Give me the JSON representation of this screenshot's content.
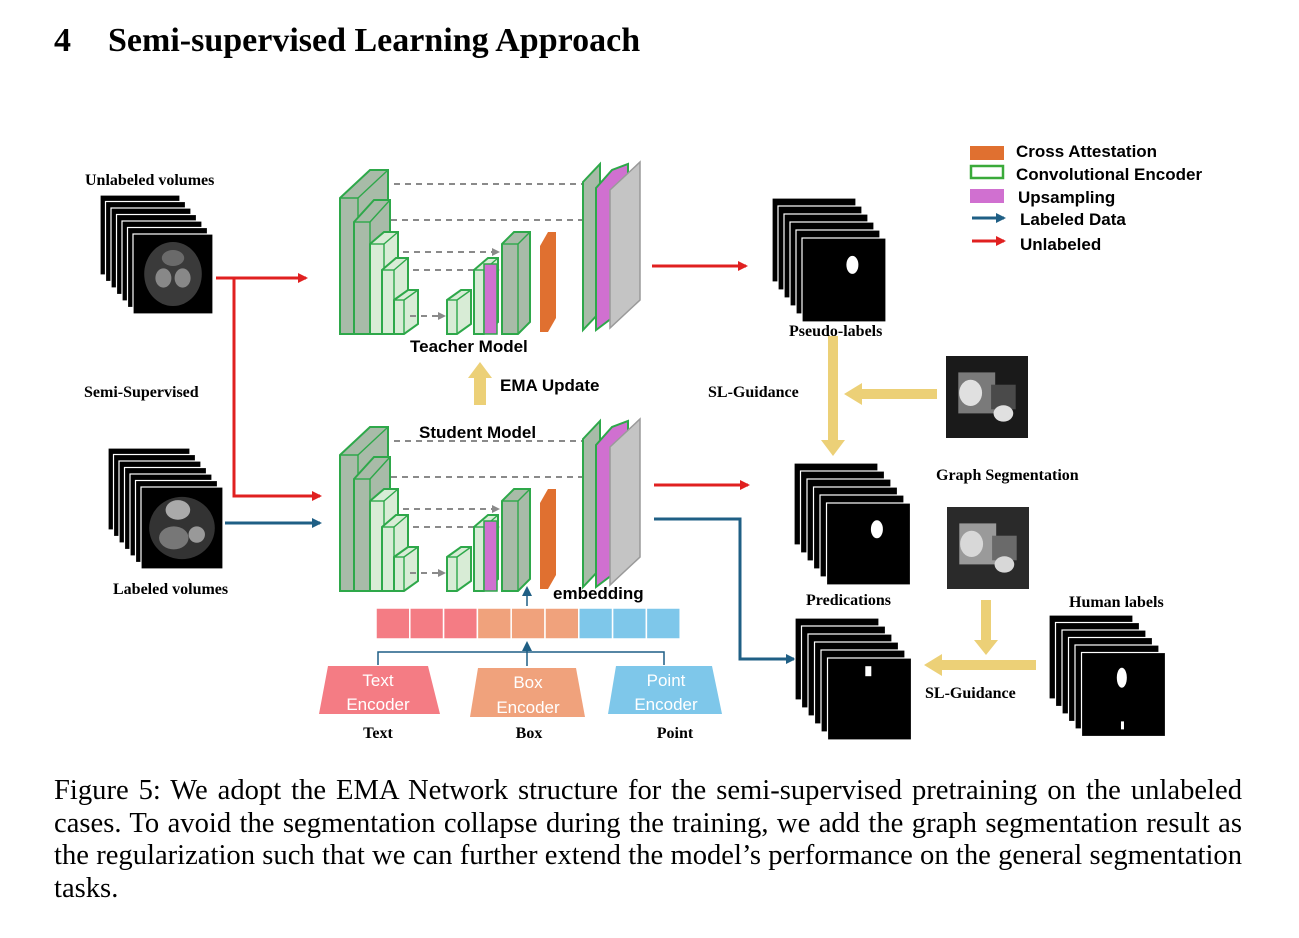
{
  "section": {
    "number": "4",
    "title": "Semi-supervised Learning Approach"
  },
  "figure": {
    "legend": [
      {
        "label": "Cross Attestation",
        "color": "#e07030"
      },
      {
        "label": "Convolutional Encoder",
        "color": "#3aaa3a"
      },
      {
        "label": "Upsampling",
        "color": "#d070d0"
      },
      {
        "label": "Labeled Data",
        "color": "#1f5f85"
      },
      {
        "label": "Unlabeled",
        "color": "#e02020"
      }
    ],
    "labels": {
      "unlabeled_volumes": "Unlabeled volumes",
      "semi_supervised": "Semi-Supervised",
      "labeled_volumes": "Labeled volumes",
      "teacher_model": "Teacher Model",
      "ema_update": "EMA Update",
      "student_model": "Student  Model",
      "embedding": "embedding",
      "pseudo_labels": "Pseudo-labels",
      "sl_guidance_top": "SL-Guidance",
      "graph_segmentation": "Graph Segmentation",
      "predications": "Predications",
      "human_labels": "Human labels",
      "sl_guidance_bottom": "SL-Guidance"
    },
    "encoders": [
      {
        "line1": "Text",
        "line2": "Encoder",
        "caption": "Text",
        "color": "#f47c84"
      },
      {
        "line1": "Box",
        "line2": "Encoder",
        "caption": "Box",
        "color": "#f0a27c"
      },
      {
        "line1": "Point",
        "line2": "Encoder",
        "caption": "Point",
        "color": "#7ec7ea"
      }
    ],
    "colors": {
      "red_arrow": "#e02020",
      "blue_arrow": "#1f5f85",
      "guidance_arrow": "#ecd077",
      "block_fill": "#a8bba8",
      "block_edge": "#2ea84a",
      "gray_block": "#c4c4c4"
    }
  },
  "caption": "Figure 5: We adopt the EMA Network structure for the semi-supervised pretraining on the unlabeled cases.  To avoid the segmentation collapse during the training, we add the graph segmentation result as the regularization such that we can further extend the model’s performance on the general segmentation tasks."
}
